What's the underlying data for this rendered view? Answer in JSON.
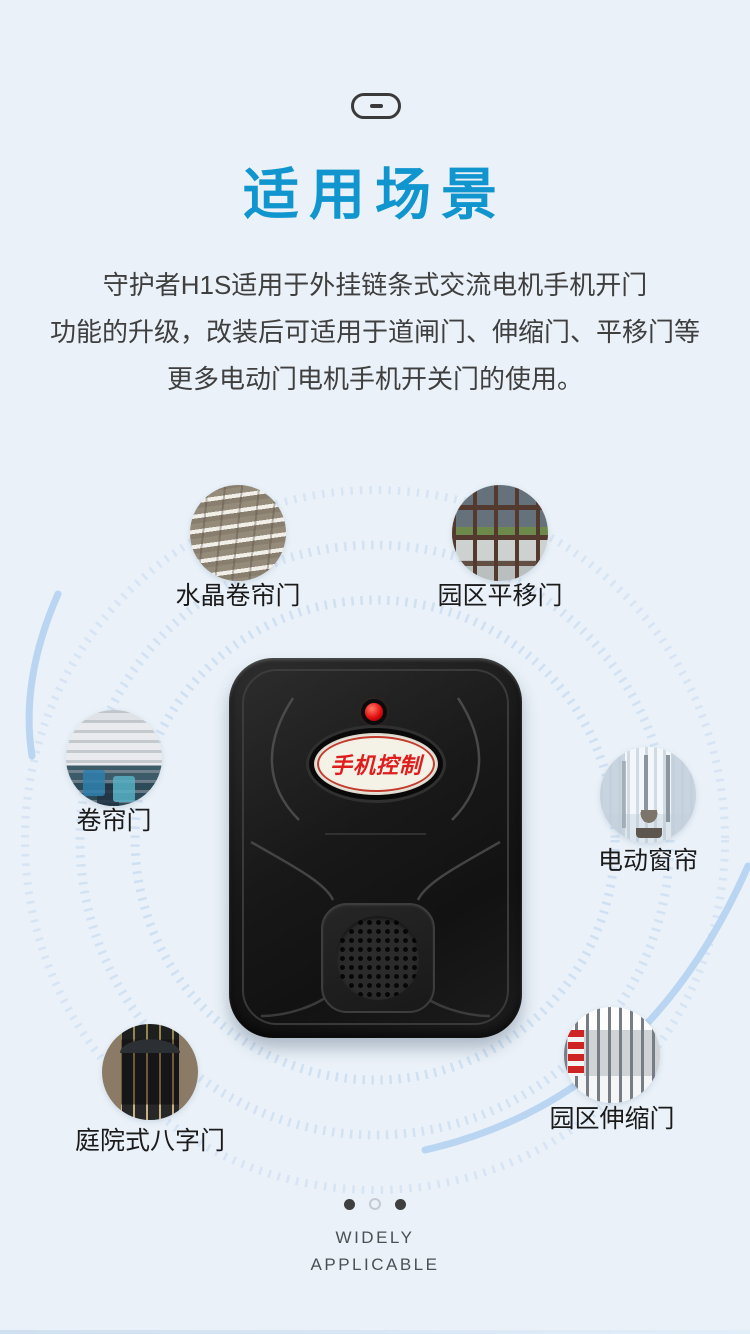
{
  "page": {
    "background_color": "#eaf1f8",
    "accent_color": "#1095cf",
    "arc_color": "#b9d5f2"
  },
  "header": {
    "divider_icon": "pill-dash-icon",
    "title": "适用场景"
  },
  "description": {
    "lines": [
      "守护者H1S适用于外挂链条式交流电机手机开门",
      "功能的升级，改装后可适用于道闸门、伸缩门、平移门等",
      "更多电动门电机手机开关门的使用。"
    ]
  },
  "scenarios": [
    {
      "label": "水晶卷帘门",
      "photo": "crystal-roller-shutter-door-photo"
    },
    {
      "label": "园区平移门",
      "photo": "park-sliding-gate-photo"
    },
    {
      "label": "卷帘门",
      "photo": "roller-shutter-door-photo"
    },
    {
      "label": "电动窗帘",
      "photo": "electric-curtain-photo"
    },
    {
      "label": "庭院式八字门",
      "photo": "courtyard-double-swing-gate-photo"
    },
    {
      "label": "园区伸缩门",
      "photo": "park-retractable-gate-photo"
    }
  ],
  "product": {
    "name": "phone-control-gate-opener-device",
    "indicator_led_color": "#e40e0e",
    "badge_text": "手机控制",
    "badge_text_color": "#df1d1d"
  },
  "footer": {
    "pagination_dots": [
      "filled",
      "hollow",
      "filled"
    ],
    "caption_lines": [
      "WIDELY",
      "APPLICABLE"
    ]
  }
}
